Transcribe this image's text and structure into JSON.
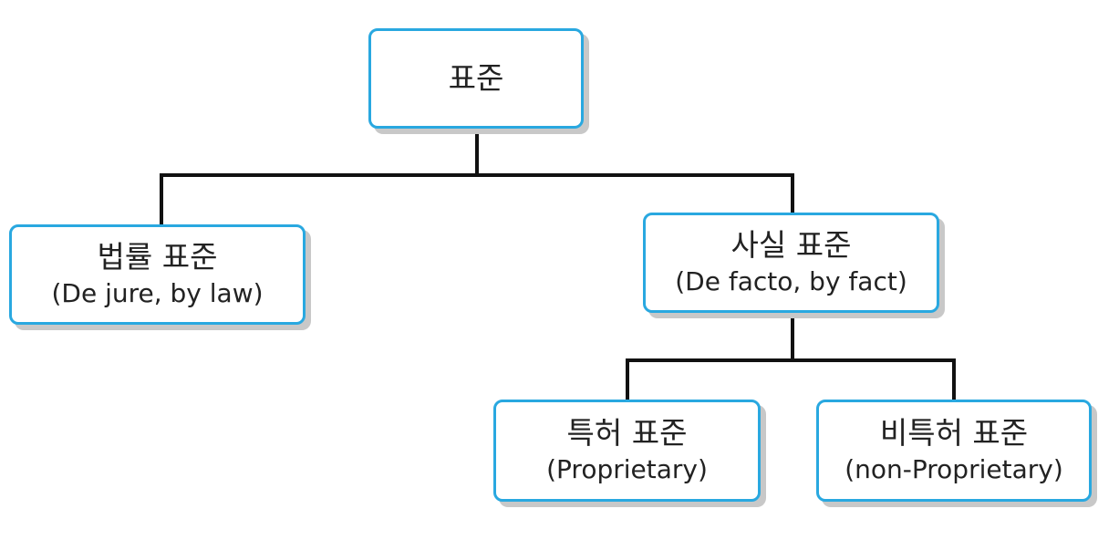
{
  "diagram": {
    "root": {
      "title": "표준"
    },
    "de_jure": {
      "title": "법률 표준",
      "subtitle": "(De jure, by law)"
    },
    "de_facto": {
      "title": "사실 표준",
      "subtitle": "(De facto, by fact)"
    },
    "proprietary": {
      "title": "특허 표준",
      "subtitle": "(Proprietary)"
    },
    "non_proprietary": {
      "title": "비특허 표준",
      "subtitle": "(non-Proprietary)"
    }
  },
  "colors": {
    "node_border": "#29a8e0",
    "connector": "#111111",
    "shadow": "#c8c8c8"
  }
}
